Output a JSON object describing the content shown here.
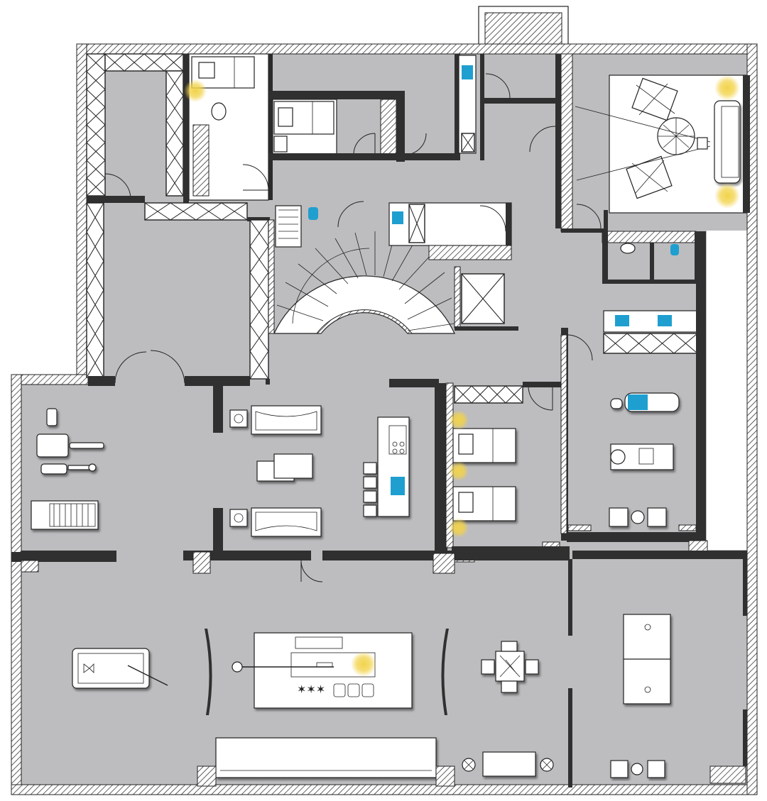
{
  "plan": {
    "colors": {
      "floor": "#bdbcbf",
      "wall": "#303030",
      "fixture_blue": "#1f9fd0",
      "light_glow": "#f2d34a"
    },
    "rooms": [
      {
        "id": "wardrobe-room-northwest"
      },
      {
        "id": "bedroom-north"
      },
      {
        "id": "bedroom-small"
      },
      {
        "id": "bathroom-north"
      },
      {
        "id": "lounge-northeast"
      },
      {
        "id": "staircase-hall"
      },
      {
        "id": "gym-area"
      },
      {
        "id": "living-area"
      },
      {
        "id": "kitchen-island"
      },
      {
        "id": "guest-bedroom-twin"
      },
      {
        "id": "spa-room"
      },
      {
        "id": "game-hall-south"
      },
      {
        "id": "table-tennis-room"
      }
    ],
    "icons": [
      "spiral-staircase-icon",
      "sofa-icon",
      "bed-icon",
      "billiard-table-icon",
      "ping-pong-table-icon",
      "dining-table-icon",
      "treadmill-icon",
      "exercise-machine-icon",
      "toilet-icon",
      "sink-icon",
      "ceiling-light-icon",
      "door-swing-icon"
    ]
  }
}
